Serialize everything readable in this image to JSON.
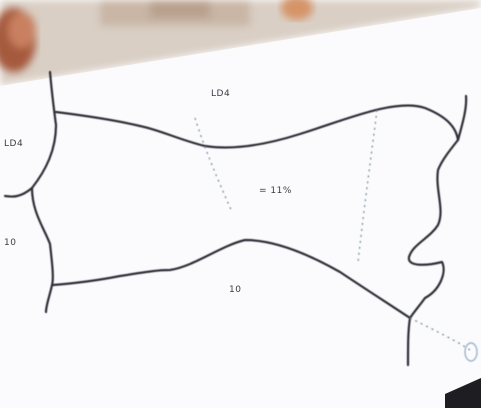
{
  "photo": {
    "labels": {
      "top_region": "LD4",
      "left_upper_region": "LD4",
      "left_lower_region": "10",
      "center_region": "= 11%",
      "bottom_region": "10"
    },
    "colors": {
      "paper": "#fbfbfd",
      "ink": "#2d2d38",
      "dotted_guide": "#7b8fa3",
      "background_top": "#d9cfc4",
      "hand_skin": "#d59468"
    }
  }
}
